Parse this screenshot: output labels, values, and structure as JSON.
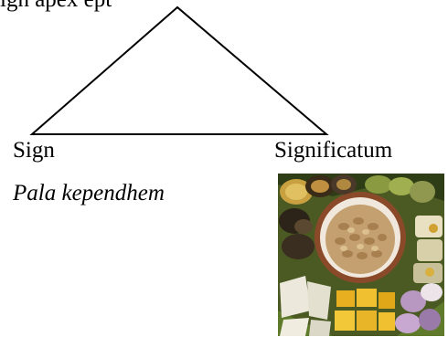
{
  "top_text": "ign apex                              ept",
  "diagram": {
    "left_node": {
      "label": "Sign",
      "example": "Pala kependhem"
    },
    "right_node": {
      "label": "Significatum",
      "image": "photo-of-boiled-tubers-bananas-and-peanuts"
    }
  },
  "colors": {
    "line": "#000000",
    "background": "#ffffff"
  }
}
